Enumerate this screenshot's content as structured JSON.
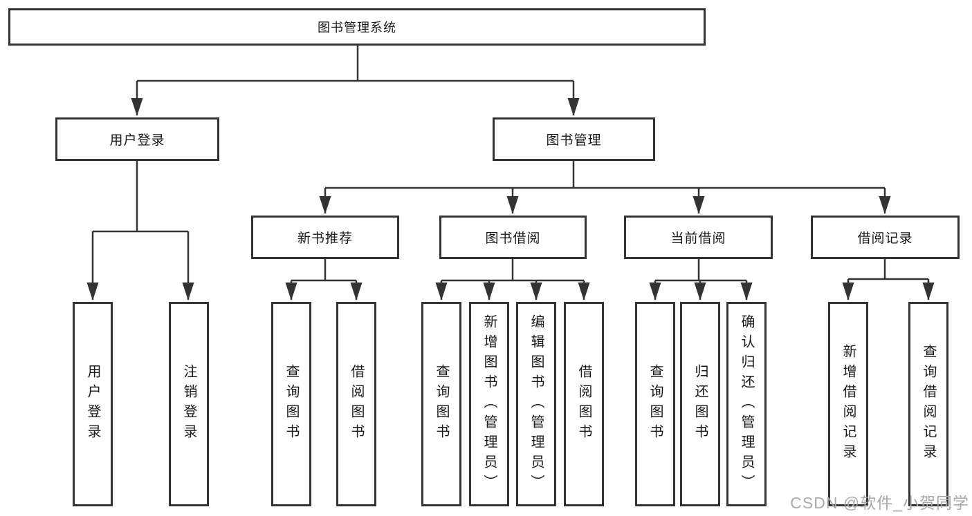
{
  "diagram": {
    "root": {
      "label": "图书管理系统"
    },
    "branches": [
      {
        "label": "用户登录",
        "leaves": [
          {
            "label": "用户登录"
          },
          {
            "label": "注销登录"
          }
        ]
      },
      {
        "label": "图书管理",
        "groups": [
          {
            "label": "新书推荐",
            "leaves": [
              {
                "label": "查询图书"
              },
              {
                "label": "借阅图书"
              }
            ]
          },
          {
            "label": "图书借阅",
            "leaves": [
              {
                "label": "查询图书"
              },
              {
                "label": "新增图书（管理员）"
              },
              {
                "label": "编辑图书（管理员）"
              },
              {
                "label": "借阅图书"
              }
            ]
          },
          {
            "label": "当前借阅",
            "leaves": [
              {
                "label": "查询图书"
              },
              {
                "label": "归还图书"
              },
              {
                "label": "确认归还（管理员）"
              }
            ]
          },
          {
            "label": "借阅记录",
            "leaves": [
              {
                "label": "新增借阅记录"
              },
              {
                "label": "查询借阅记录"
              }
            ]
          }
        ]
      }
    ]
  },
  "watermark": {
    "text": "CSDN @软件_小贺同学"
  },
  "colors": {
    "line": "#333333",
    "text": "#1a1a1a",
    "box_fill": "#ffffff",
    "background": "#ffffff",
    "watermark": "#a9a9a9"
  }
}
